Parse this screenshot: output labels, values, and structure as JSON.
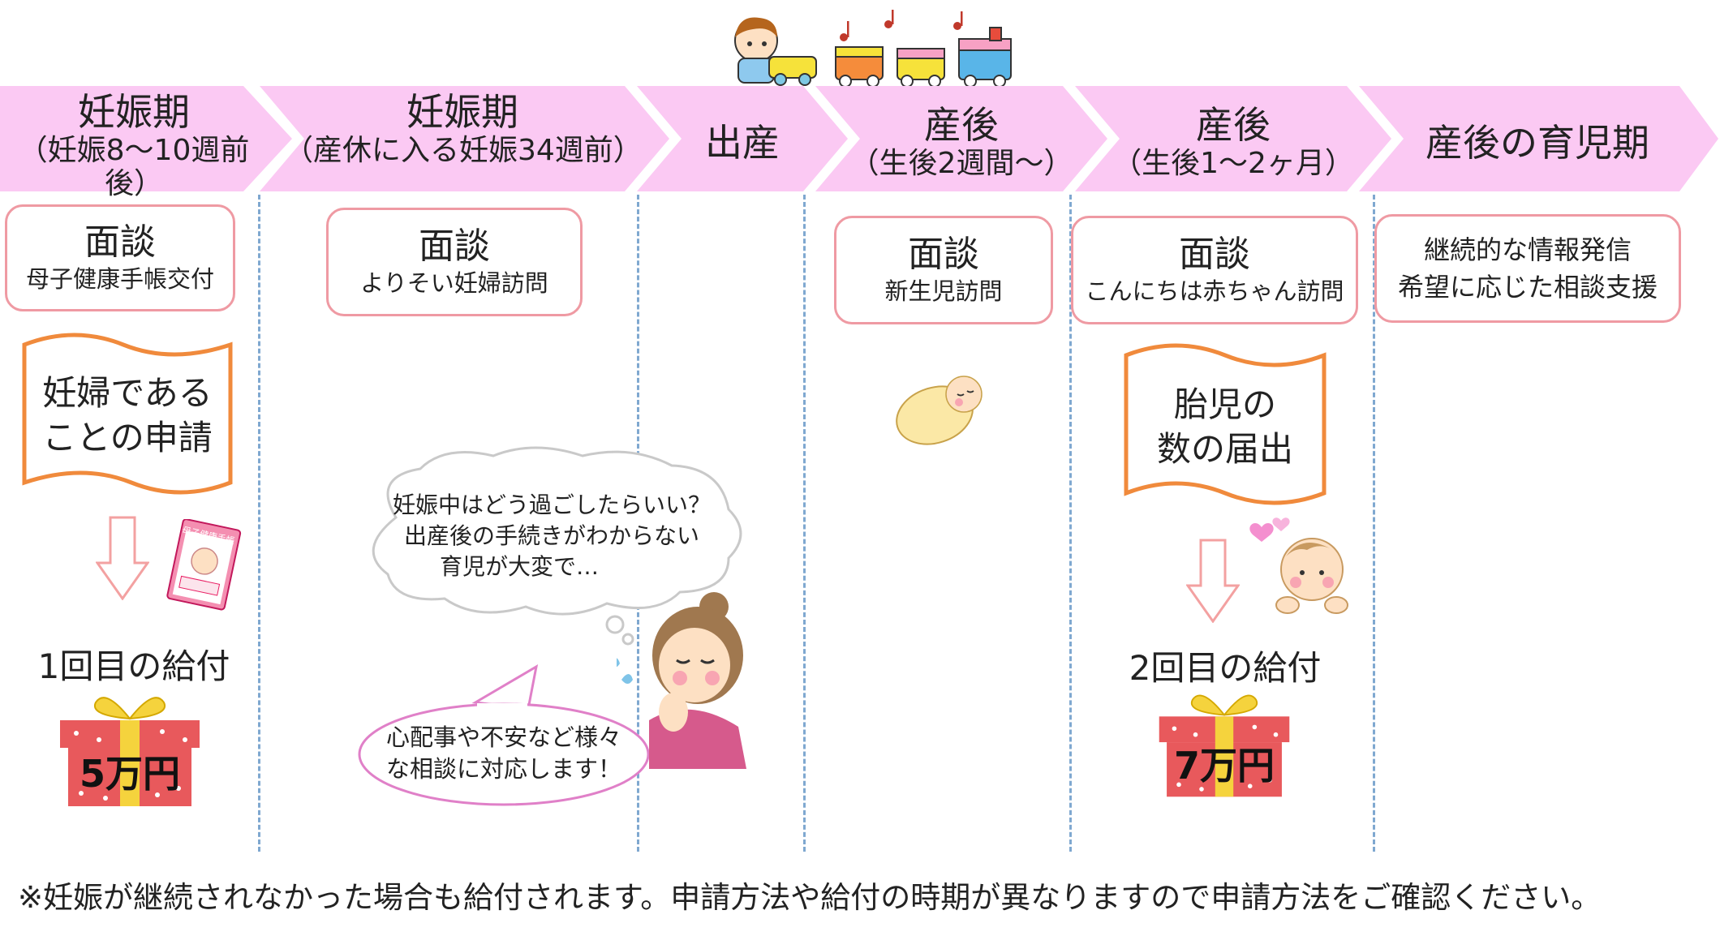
{
  "phases": [
    {
      "title": "妊娠期",
      "sub": "（妊娠8～10週前後）"
    },
    {
      "title": "妊娠期",
      "sub": "（産休に入る妊娠34週前）"
    },
    {
      "title": "出産",
      "sub": ""
    },
    {
      "title": "産後",
      "sub": "（生後2週間～）"
    },
    {
      "title": "産後",
      "sub": "（生後1～2ヶ月）"
    },
    {
      "title": "産後の育児期",
      "sub": ""
    }
  ],
  "boxes": {
    "b1": {
      "title": "面談",
      "sub": "母子健康手帳交付"
    },
    "b2": {
      "title": "面談",
      "sub": "よりそい妊婦訪問"
    },
    "b3": {
      "title": "面談",
      "sub": "新生児訪問"
    },
    "b4": {
      "title": "面談",
      "sub": "こんにちは赤ちゃん訪問"
    },
    "b5": {
      "line1": "継続的な情報発信",
      "line2": "希望に応じた相談支援"
    }
  },
  "scrolls": {
    "s1": {
      "line1": "妊婦である",
      "line2": "ことの申請"
    },
    "s2": {
      "line1": "胎児の",
      "line2": "数の届出"
    }
  },
  "payments": {
    "p1": {
      "label": "1回目の給付",
      "amount": "5万円"
    },
    "p2": {
      "label": "2回目の給付",
      "amount": "7万円"
    }
  },
  "thought_bubble": {
    "line1": "妊娠中はどう過ごしたらいい？",
    "line2": "出産後の手続きがわからない",
    "line3": "育児が大変で…"
  },
  "speech_bubble": {
    "line1": "心配事や不安など様々",
    "line2": "な相談に対応します！"
  },
  "handbook_label": "母子健康手帳",
  "footnote": "※妊娠が継続されなかった場合も給付されます。申請方法や給付の時期が異なりますので申請方法をご確認ください。",
  "colors": {
    "banner": "#fbc9f3",
    "box_border": "#ef9aa3",
    "scroll_border": "#f08a3c",
    "arrow": "#f3a1a1",
    "gift_red": "#e8595c",
    "gift_ribbon": "#f5d33d",
    "separator": "#7fa8d0",
    "bubble_border": "#e080c8"
  }
}
